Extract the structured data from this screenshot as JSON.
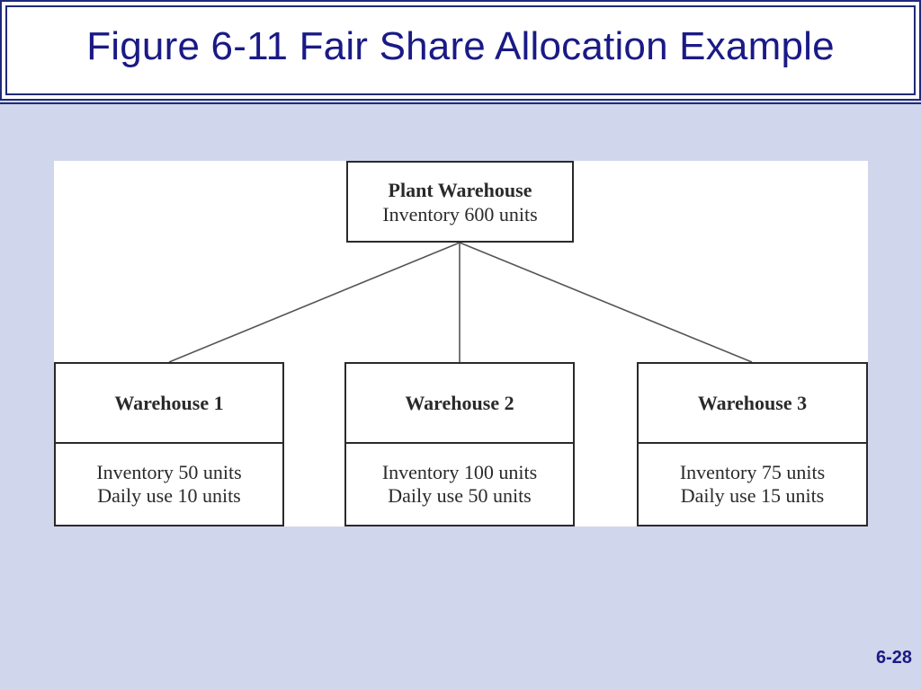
{
  "title": "Figure 6-11 Fair Share Allocation Example",
  "slide_number": "6-28",
  "diagram": {
    "root": {
      "name": "Plant Warehouse",
      "detail": "Inventory 600 units"
    },
    "children": [
      {
        "name": "Warehouse 1",
        "inventory": "Inventory 50 units",
        "daily_use": "Daily use 10 units"
      },
      {
        "name": "Warehouse 2",
        "inventory": "Inventory 100 units",
        "daily_use": "Daily use 50 units"
      },
      {
        "name": "Warehouse 3",
        "inventory": "Inventory 75 units",
        "daily_use": "Daily use 15 units"
      }
    ]
  },
  "colors": {
    "background": "#d0d6ec",
    "title_text": "#1a1a86",
    "frame": "#1f2a78",
    "box_border": "#2a2a2a"
  }
}
